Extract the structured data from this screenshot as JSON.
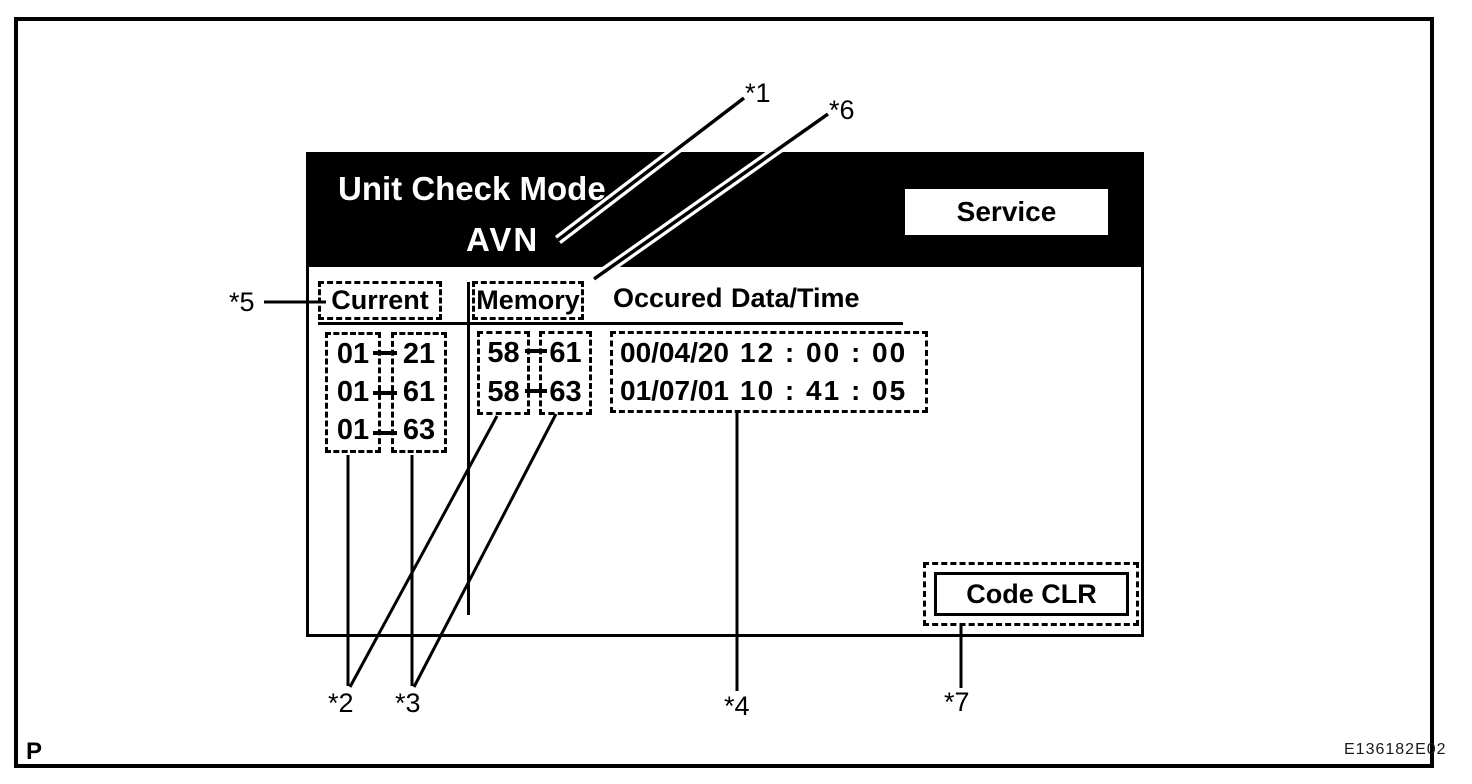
{
  "figure": {
    "page_marker": "P",
    "figure_code": "E136182E02",
    "callouts": {
      "c1": "*1",
      "c2": "*2",
      "c3": "*3",
      "c4": "*4",
      "c5": "*5",
      "c6": "*6",
      "c7": "*7"
    }
  },
  "screen": {
    "colors": {
      "header_bg": "#000000",
      "header_text": "#ffffff",
      "screen_bg": "#ffffff",
      "text": "#000000"
    },
    "header": {
      "title": "Unit Check Mode",
      "unit": "AVN",
      "service_button": "Service"
    },
    "table": {
      "headers": {
        "current": "Current",
        "memory": "Memory",
        "occured": "Occured",
        "datatime": "Data/Time"
      },
      "current_rows": [
        {
          "left": "01",
          "right": "21"
        },
        {
          "left": "01",
          "right": "61"
        },
        {
          "left": "01",
          "right": "63"
        }
      ],
      "memory_rows": [
        {
          "left": "58",
          "right": "61"
        },
        {
          "left": "58",
          "right": "63"
        }
      ],
      "occurrence_rows": [
        {
          "date": "00/04/20",
          "time": "12 : 00 : 00"
        },
        {
          "date": "01/07/01",
          "time": "10 : 41 : 05"
        }
      ]
    },
    "code_clr_button": "Code CLR"
  }
}
